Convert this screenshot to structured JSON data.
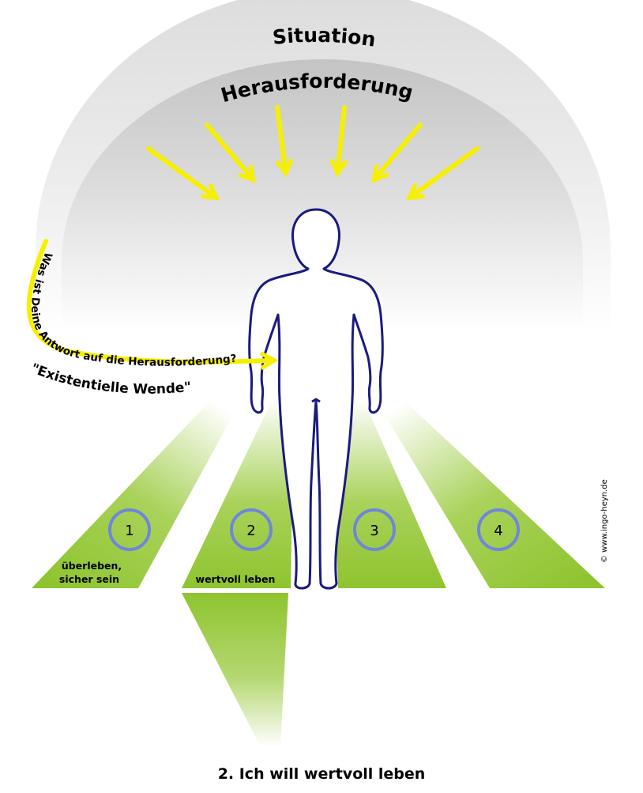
{
  "labels": {
    "outer_arc": "Situation",
    "inner_arc": "Herausforderung",
    "curve_question": "Was ist Deine Antwort auf die Herausforderung?",
    "curve_subtitle": "\"Existentielle Wende\"",
    "caption": "2. Ich will wertvoll leben",
    "copyright": "© www.ingo-heyn.de"
  },
  "paths": [
    {
      "number": "1",
      "label_lines": [
        "überleben,",
        "sicher sein"
      ]
    },
    {
      "number": "2",
      "label_lines": [
        "wertvoll leben"
      ]
    },
    {
      "number": "3",
      "label_lines": []
    },
    {
      "number": "4",
      "label_lines": []
    }
  ],
  "colors": {
    "arrow": "#f6f000",
    "figure_outline": "#1a1a80",
    "path_green": "#8ec42f",
    "circle_ring": "#6f86dd",
    "text": "#000000"
  }
}
